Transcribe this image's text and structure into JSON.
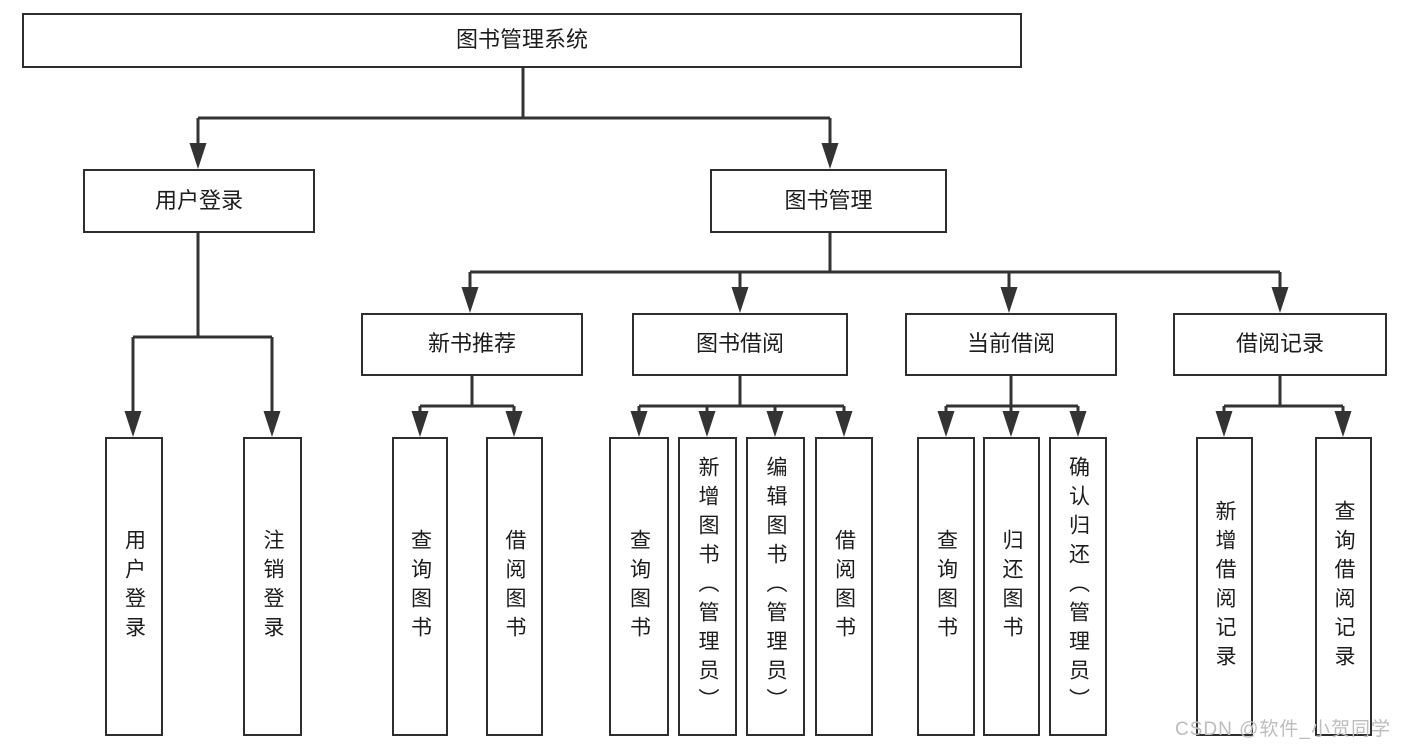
{
  "diagram": {
    "nodes": {
      "root": {
        "label": "图书管理系统"
      },
      "login_group": {
        "label": "用户登录"
      },
      "book_mgmt": {
        "label": "图书管理"
      },
      "new_book_rec": {
        "label": "新书推荐"
      },
      "book_borrow": {
        "label": "图书借阅"
      },
      "current_borrow": {
        "label": "当前借阅"
      },
      "borrow_records": {
        "label": "借阅记录"
      },
      "user_login": {
        "label": "用户登录"
      },
      "logout": {
        "label": "注销登录"
      },
      "nb_query": {
        "label": "查询图书"
      },
      "nb_borrow": {
        "label": "借阅图书"
      },
      "bb_query": {
        "label": "查询图书"
      },
      "bb_add": {
        "label": "新增图书（管理员）"
      },
      "bb_edit": {
        "label": "编辑图书（管理员）"
      },
      "bb_borrow": {
        "label": "借阅图书"
      },
      "cb_query": {
        "label": "查询图书"
      },
      "cb_return": {
        "label": "归还图书"
      },
      "cb_confirm": {
        "label": "确认归还（管理员）"
      },
      "br_add": {
        "label": "新增借阅记录"
      },
      "br_query": {
        "label": "查询借阅记录"
      }
    },
    "watermark": "CSDN @软件_小贺同学",
    "colors": {
      "line": "#333333",
      "border": "#2e2e2e",
      "text": "#1c1c1c",
      "background": "#ffffff",
      "watermark": "#bdbdbd"
    }
  }
}
